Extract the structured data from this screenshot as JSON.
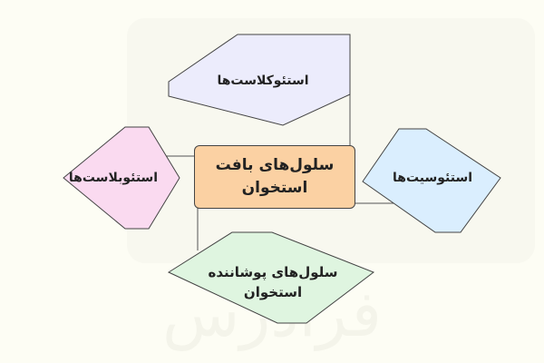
{
  "diagram": {
    "center": {
      "label": "سلول‌های بافت استخوان",
      "color": "#fbd1a3"
    },
    "nodes": [
      {
        "id": "top",
        "label": "استئوکلاست‌ها",
        "color": "#ececfc"
      },
      {
        "id": "right",
        "label": "استئوسیت‌ها",
        "color": "#daeefe"
      },
      {
        "id": "left",
        "label": "استئوبلاست‌ها",
        "color": "#fadaf0"
      },
      {
        "id": "bottom",
        "label": "سلول‌های پوشاننده استخوان",
        "color": "#dff5e0"
      }
    ]
  }
}
